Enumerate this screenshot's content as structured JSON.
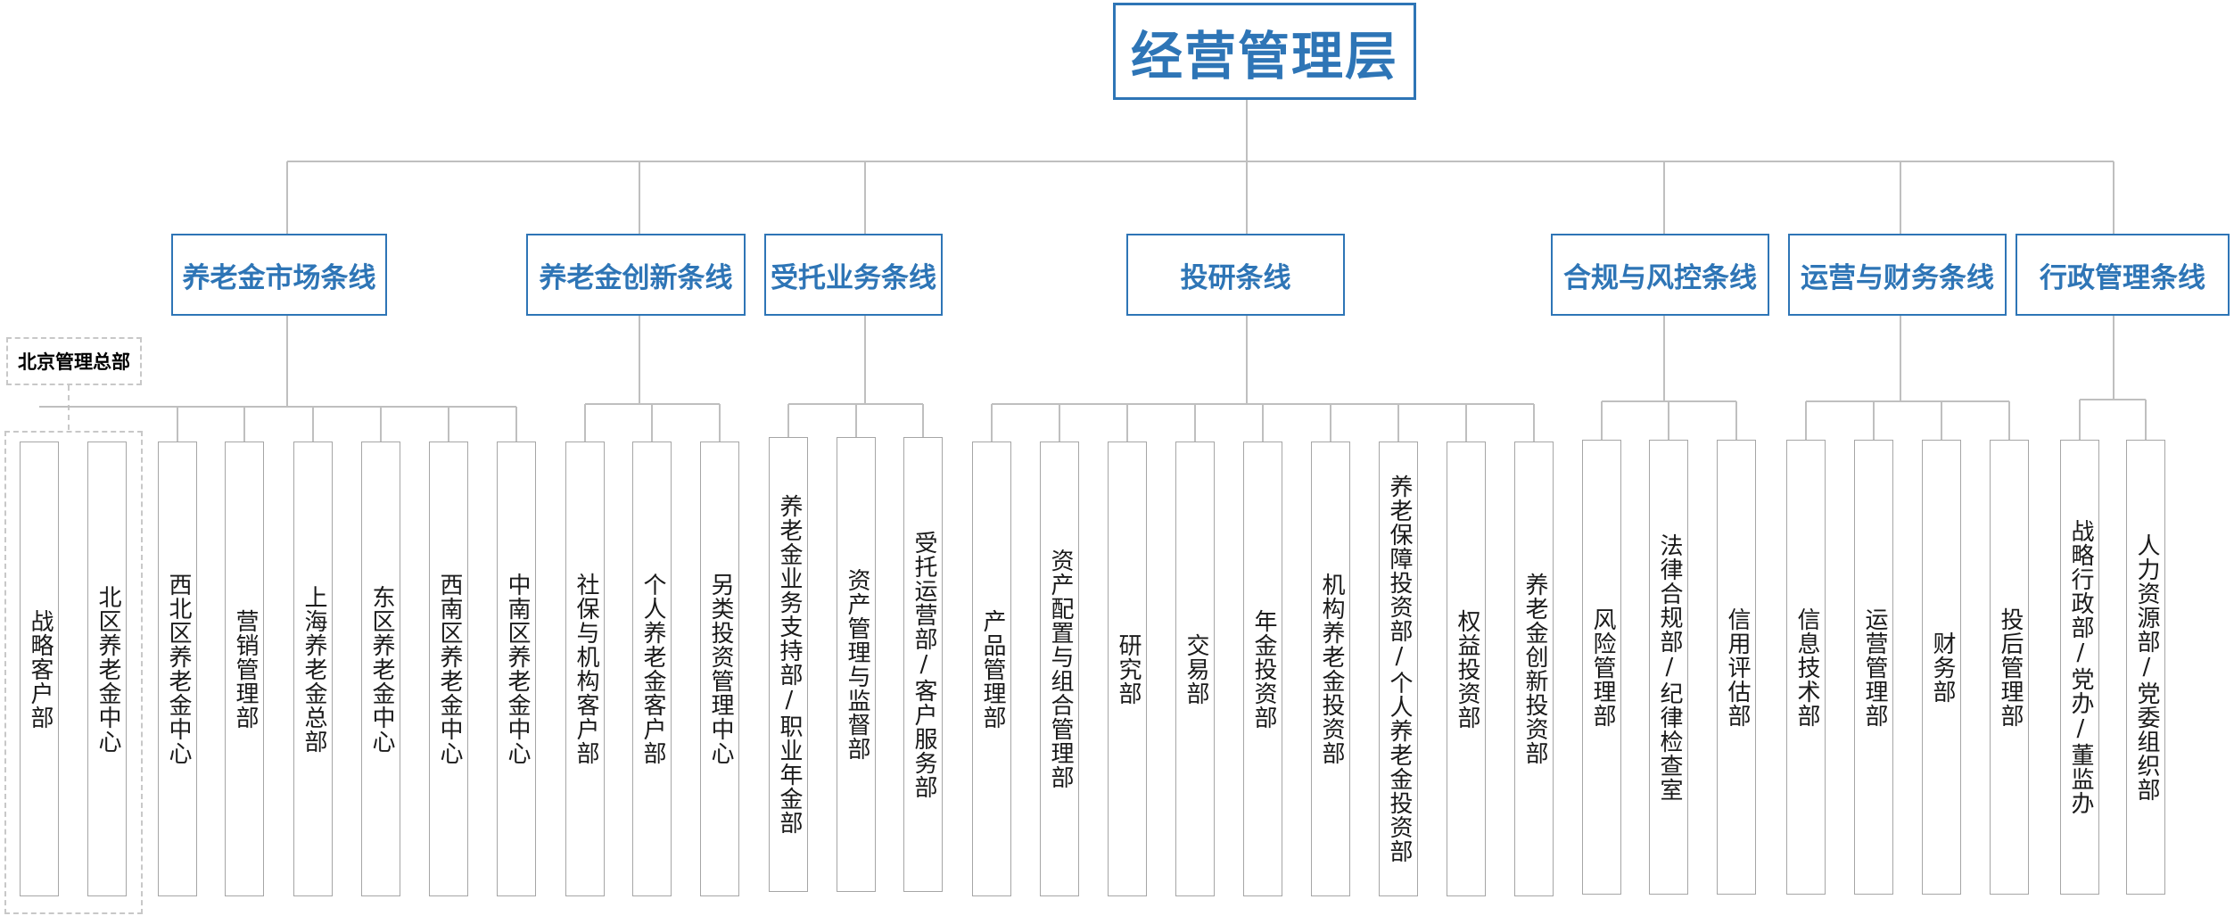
{
  "top": {
    "label": "经营管理层"
  },
  "hq": {
    "label": "北京管理总部"
  },
  "colors": {
    "primary": "#2e75b6",
    "connector": "#bfbfbf",
    "dept_border": "#a6a6a6",
    "dashed": "#c8c8c8"
  },
  "lines": [
    {
      "label": "养老金市场条线",
      "depts": [
        "战略客户部",
        "北区养老金中心",
        "西北区养老金中心",
        "营销管理部",
        "上海养老金总部",
        "东区养老金中心",
        "西南区养老金中心",
        "中南区养老金中心"
      ]
    },
    {
      "label": "养老金创新条线",
      "depts": [
        "社保与机构客户部",
        "个人养老金客户部",
        "另类投资管理中心"
      ]
    },
    {
      "label": "受托业务条线",
      "depts": [
        "养老金业务支持部/职业年金部",
        "资产管理与监督部",
        "受托运营部/客户服务部"
      ]
    },
    {
      "label": "投研条线",
      "depts": [
        "产品管理部",
        "资产配置与组合管理部",
        "研究部",
        "交易部",
        "年金投资部",
        "机构养老金投资部",
        "养老保障投资部/个人养老金投资部",
        "权益投资部",
        "养老金创新投资部"
      ]
    },
    {
      "label": "合规与风控条线",
      "depts": [
        "风险管理部",
        "法律合规部/纪律检查室",
        "信用评估部"
      ]
    },
    {
      "label": "运营与财务条线",
      "depts": [
        "信息技术部",
        "运营管理部",
        "财务部",
        "投后管理部"
      ]
    },
    {
      "label": "行政管理条线",
      "depts": [
        "战略行政部/党办/董监办",
        "人力资源部/党委组织部"
      ]
    }
  ]
}
